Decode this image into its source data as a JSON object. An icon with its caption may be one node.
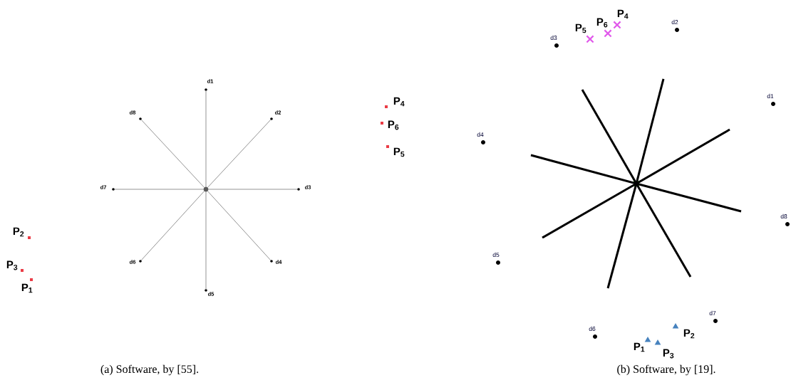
{
  "diagram": {
    "nodes": [
      {
        "text": [],
        "shape": "circle"
      },
      {
        "text": [],
        "shape": "circle",
        "beside": [
          "d1"
        ]
      },
      {
        "text": [],
        "shape": "circle",
        "beside": [
          "d2"
        ]
      },
      {
        "text": [],
        "shape": "circle",
        "beside": [
          "d3"
        ]
      },
      {
        "text": [],
        "shape": "circle",
        "beside": [
          "d4"
        ]
      },
      {
        "text": [],
        "shape": "circle",
        "beside": [
          "d5"
        ]
      },
      {
        "text": [],
        "shape": "circle",
        "beside": [
          "d6"
        ]
      },
      {
        "text": [],
        "shape": "circle",
        "beside": [
          "d7"
        ]
      },
      {
        "text": [],
        "shape": "circle",
        "beside": [
          "d8"
        ]
      },
      {
        "text": [],
        "shape": "box",
        "beside": [
          "P$_{4}$"
        ]
      },
      {
        "text": [],
        "shape": "box",
        "beside": [
          "P$_{6}$"
        ]
      },
      {
        "text": [],
        "shape": "box",
        "beside": [
          "P$_{5}$"
        ]
      },
      {
        "text": [],
        "shape": "box",
        "beside": [
          "P$_{2}$"
        ]
      },
      {
        "text": [],
        "shape": "box",
        "beside": [
          "P$_{3}$"
        ]
      },
      {
        "text": [],
        "shape": "box",
        "beside": [
          "P$_{1}$"
        ]
      },
      {
        "text": [],
        "shape": "box"
      },
      {
        "text": [],
        "shape": "circle",
        "beside": [
          "d1"
        ]
      },
      {
        "text": [],
        "shape": "circle",
        "beside": [
          "d2"
        ]
      },
      {
        "text": [],
        "shape": "circle",
        "beside": [
          "d3"
        ]
      },
      {
        "text": [],
        "shape": "circle",
        "beside": [
          "d4"
        ]
      },
      {
        "text": [],
        "shape": "circle",
        "beside": [
          "d5"
        ]
      },
      {
        "text": [],
        "shape": "circle",
        "beside": [
          "d6"
        ]
      },
      {
        "text": [],
        "shape": "circle",
        "beside": [
          "d7"
        ]
      },
      {
        "text": [],
        "shape": "circle",
        "beside": [
          "d8"
        ]
      },
      {
        "text": [],
        "shape": "cross",
        "beside": [
          "P$_{5}$"
        ]
      },
      {
        "text": [],
        "shape": "cross",
        "beside": [
          "P$_{6}$"
        ]
      },
      {
        "text": [],
        "shape": "cross",
        "beside": [
          "P$_{4}$"
        ]
      },
      {
        "text": [],
        "shape": "triangle",
        "beside": [
          "P$_{2}$"
        ]
      },
      {
        "text": [],
        "shape": "triangle",
        "beside": [
          "P$_{1}$"
        ]
      },
      {
        "text": [],
        "shape": "triangle",
        "beside": [
          "P$_{3}$"
        ]
      }
    ],
    "edges": [
      {
        "from": 0,
        "to": 1,
        "arrow": "none"
      },
      {
        "from": 0,
        "to": 2,
        "arrow": "none"
      },
      {
        "from": 0,
        "to": 3,
        "arrow": "none"
      },
      {
        "from": 0,
        "to": 4,
        "arrow": "none"
      },
      {
        "from": 0,
        "to": 5,
        "arrow": "none"
      },
      {
        "from": 0,
        "to": 6,
        "arrow": "none"
      },
      {
        "from": 0,
        "to": 7,
        "arrow": "none"
      },
      {
        "from": 0,
        "to": 8,
        "arrow": "none"
      },
      {
        "from": 15,
        "to": null,
        "arrow": "none",
        "style": "thick",
        "color": "#000000"
      },
      {
        "from": 15,
        "to": null,
        "arrow": "none",
        "style": "thick",
        "color": "#000000"
      },
      {
        "from": 15,
        "to": null,
        "arrow": "none",
        "style": "thick",
        "color": "#000000"
      },
      {
        "from": 15,
        "to": null,
        "arrow": "none",
        "style": "thick",
        "color": "#000000"
      },
      {
        "from": 15,
        "to": null,
        "arrow": "none",
        "style": "thick",
        "color": "#000000"
      },
      {
        "from": 15,
        "to": null,
        "arrow": "none",
        "style": "thick",
        "color": "#000000"
      },
      {
        "from": 15,
        "to": null,
        "arrow": "none",
        "style": "thick",
        "color": "#000000"
      },
      {
        "from": 15,
        "to": null,
        "arrow": "none",
        "style": "thick",
        "color": "#000000"
      }
    ],
    "labels": [
      "(a) Software, by [55].",
      "(b) Software, by [19]."
    ]
  }
}
